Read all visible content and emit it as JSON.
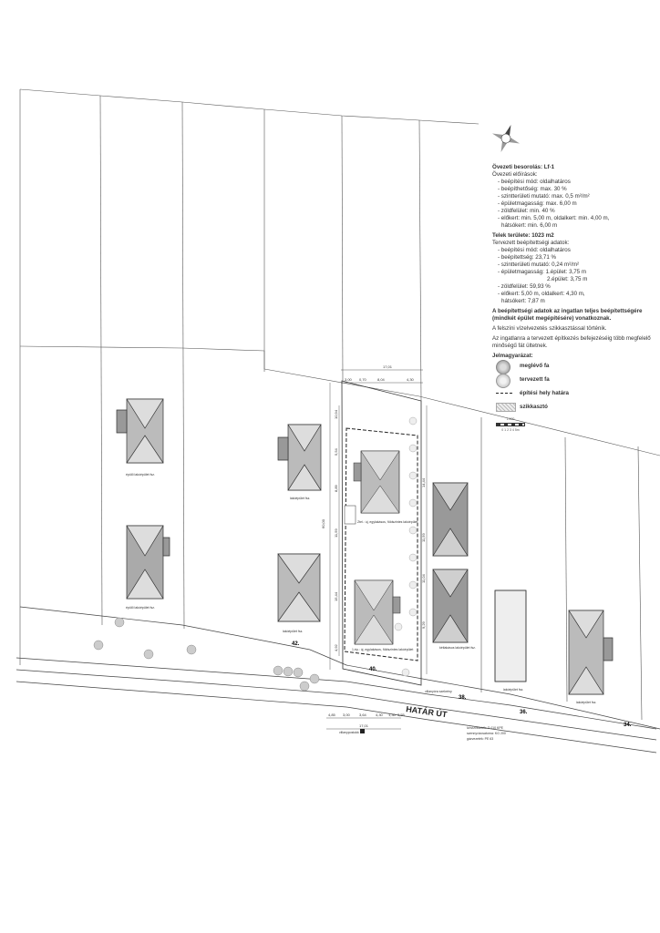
{
  "zoning": {
    "title": "Övezeti besorolás:  Lf-1",
    "rules_head": "Övezeti előírások:",
    "rules": [
      "- beépítési mód: oldalhatáros",
      "- beépíthetőség: max. 30 %",
      "- szintterületi mutató: max. 0,5 m²/m²",
      "- épületmagasság: max. 6,00 m",
      "- zöldfelület: min. 40 %",
      "- előkert: min. 5,00 m, oldalkert: min. 4,00 m,",
      "  hátsókert: min. 6,00 m"
    ],
    "plot_area": "Telek területe: 1023 m2",
    "planned_head": "Tervezett beépítettségi adatok:",
    "planned": [
      "- beépítési mód: oldalhatáros",
      "- beépítettség: 23,71 %",
      "- szintterületi mutató: 0,24 m²/m²",
      "- épületmagasság: 1.épület: 3,75 m",
      "                            2.épület: 3,75 m",
      "- zöldfelület: 59,93 %",
      "- előkert: 5,00 m, oldalkert: 4,30 m,",
      "  hátsókert: 7,87 m"
    ],
    "note_bold": "A beépítettségi adatok az ingatlan teljes beépítettségére (mindkét épület megépítésére) vonatkoznak.",
    "note1": "A felszíni vízelvezetés szikkasztással történik.",
    "note2": "Az ingatlanra a tervezett építkezés befejezéséig több megfelelő minőségű fát ültetnek."
  },
  "legend": {
    "title": "Jelmagyarázat:",
    "items": [
      {
        "icon": "existing-tree-icon",
        "label": "meglévő fa"
      },
      {
        "icon": "planned-tree-icon",
        "label": "tervezett fa"
      },
      {
        "icon": "dashed-line-icon",
        "label": "építési hely határa"
      },
      {
        "icon": "gravel-pattern-icon",
        "label": "szikkasztó"
      }
    ]
  },
  "scale": {
    "ratio": "1:500",
    "ticks": "0  1  2  3  4  5m"
  },
  "plan": {
    "street": "HATÁR ÚT",
    "house_numbers": [
      "42.",
      "40.",
      "38.",
      "36.",
      "34."
    ],
    "dims_top": [
      "3,00",
      "0,70",
      "8,04",
      "4,30"
    ],
    "dim_total_top": "17,01",
    "dims_bottom": [
      "4,85",
      "3,00",
      "3,64",
      "4,30",
      "1,30",
      "3,55"
    ],
    "dim_total_bottom": "17,01",
    "dim_depth": "60,00",
    "left_dims": [
      "10,94",
      "5,54",
      "8,89",
      "11,59",
      "15,44",
      "4,92"
    ],
    "right_dims": [
      "14,44",
      "11,59",
      "11,04",
      "9,29"
    ],
    "labels": {
      "existing_house_a": "épülő lakóépület fsz.",
      "existing_house_b": "épülő lakóépület fsz.",
      "neighbour_1": "lakóépület fsz.",
      "neighbour_2": "lakóépület fsz.",
      "twin_house": "kétlakásos lakóépület fsz.",
      "house_36": "lakóépület fsz.",
      "house_34": "lakóépület fsz.",
      "plot_building_1": "Ztel.: új, egylakásos, földszintes lakóépület",
      "plot_building_2": "1.ép.: új, egylakásos, földszintes lakóépület",
      "meter": "villanyóra szekrény",
      "gas": "villanypostokk",
      "notes_bottom": [
        "ivóvízvezeték: D 110 KPE",
        "szennyvízcsatorna: KG 200",
        "gázvezeték: PE 63"
      ]
    }
  }
}
